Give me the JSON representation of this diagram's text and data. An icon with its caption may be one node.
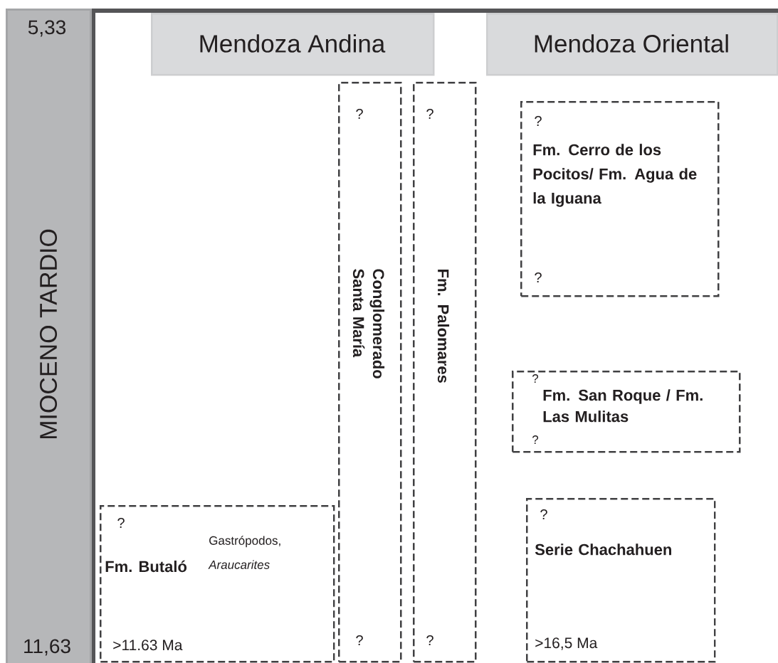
{
  "diagram": {
    "nodes": [
      {
        "text": [
          "5,33",
          "MIOCENO TARDIO",
          "11,63"
        ]
      },
      {
        "text": [
          "Mendoza Andina"
        ]
      },
      {
        "text": [
          "Mendoza Oriental"
        ]
      },
      {
        "text": [
          "?",
          "Conglomerado Santa María",
          "?"
        ]
      },
      {
        "text": [
          "?",
          "Fm. Palomares",
          "?"
        ]
      },
      {
        "text": [
          "?",
          "Fm. Cerro de los Pocitos/ Fm. Agua de la Iguana",
          "?"
        ]
      },
      {
        "text": [
          "?",
          "Fm. San Roque / Fm. Las Mulitas",
          "?"
        ]
      },
      {
        "text": [
          "?",
          "Fm. Butaló",
          "Gastrópodos, *Araucarites*",
          ">11.63 Ma"
        ]
      },
      {
        "text": [
          "?",
          "Serie Chachahuen",
          ">16,5 Ma"
        ]
      }
    ]
  }
}
